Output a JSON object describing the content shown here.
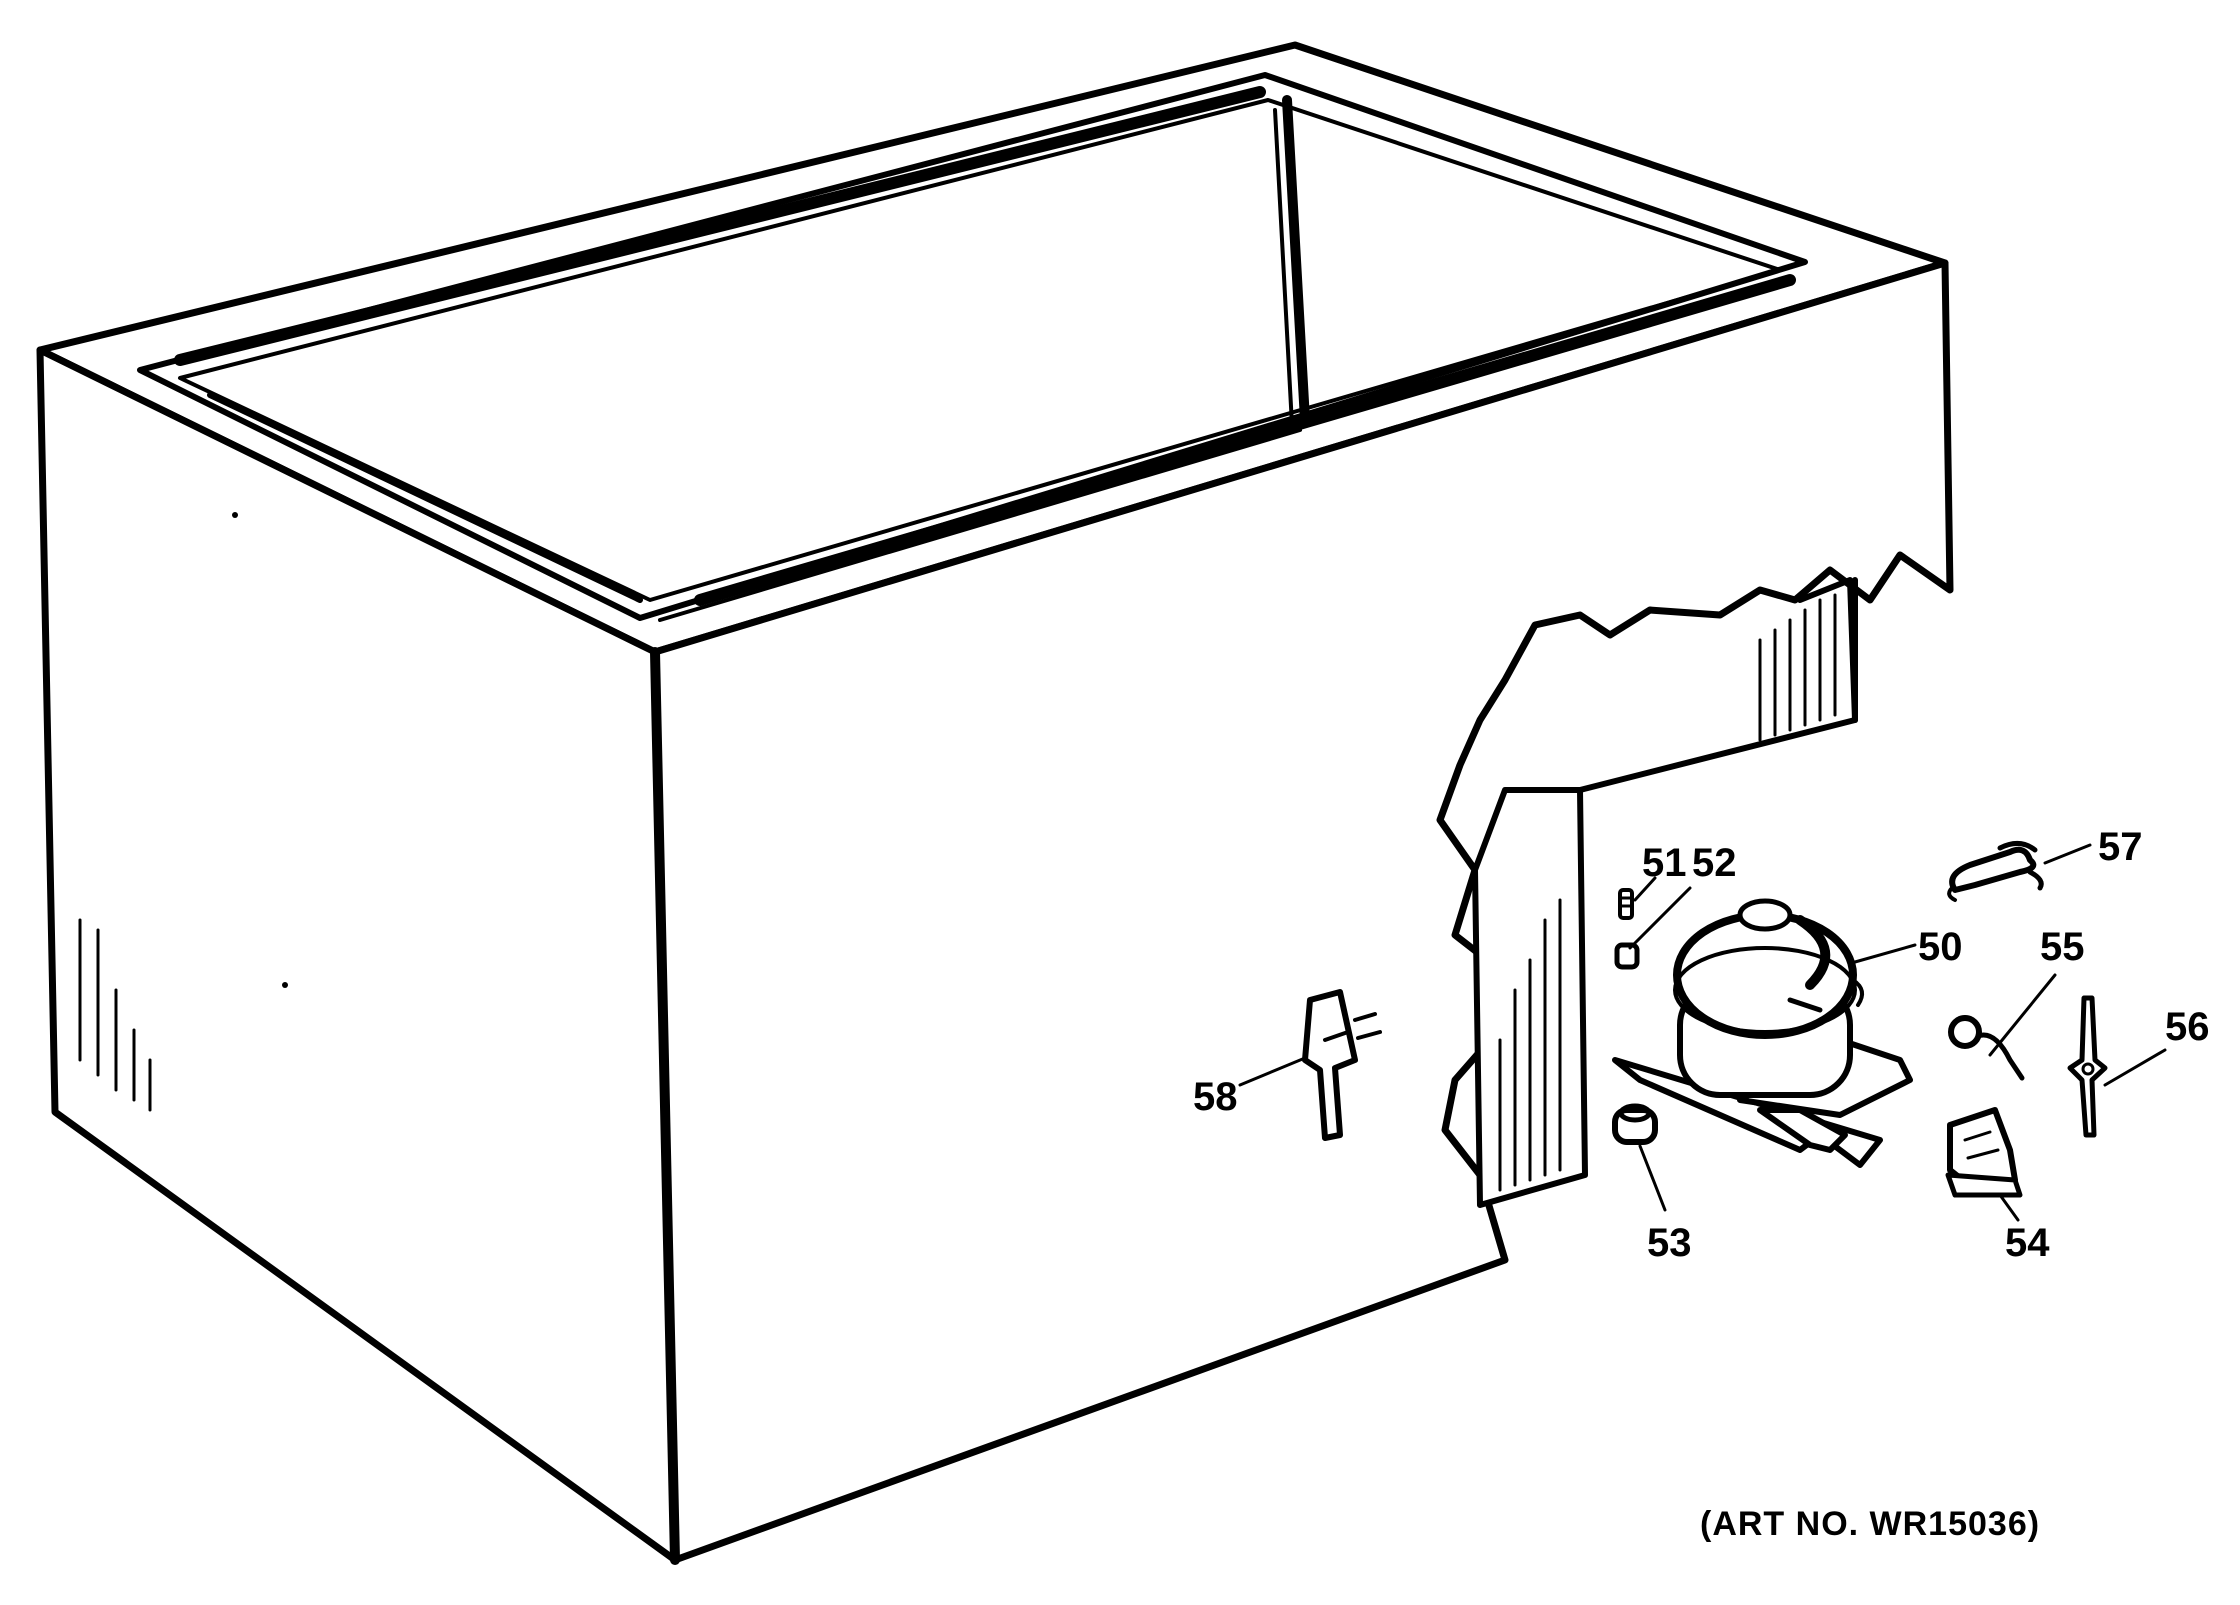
{
  "diagram": {
    "callouts": [
      {
        "id": "50",
        "label": "50"
      },
      {
        "id": "51",
        "label": "51"
      },
      {
        "id": "52",
        "label": "52"
      },
      {
        "id": "53",
        "label": "53"
      },
      {
        "id": "54",
        "label": "54"
      },
      {
        "id": "55",
        "label": "55"
      },
      {
        "id": "56",
        "label": "56"
      },
      {
        "id": "57",
        "label": "57"
      },
      {
        "id": "58",
        "label": "58"
      }
    ],
    "art_number": "(ART NO. WR15036)"
  }
}
